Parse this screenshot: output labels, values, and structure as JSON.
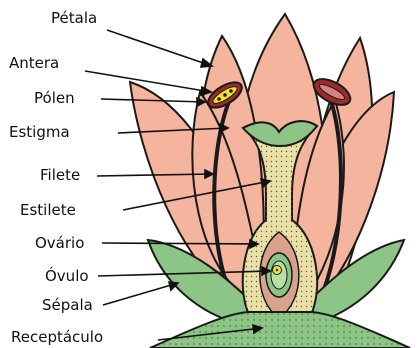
{
  "labels": {
    "petala": "Pétala",
    "antera": "Antera",
    "polen": "Pólen",
    "estigma": "Estigma",
    "filete": "Filete",
    "estilete": "Estilete",
    "ovario": "Ovário",
    "ovulo": "Óvulo",
    "sepala": "Sépala",
    "receptaculo": "Receptáculo"
  },
  "colors": {
    "petal_fill": "#F4B49E",
    "petal_outline": "#1a1a1a",
    "pistil_fill": "#E9DFA9",
    "sepal_fill": "#8CC585",
    "anther_fill": "#9E2A2B",
    "pollen_fill": "#F2E227"
  }
}
